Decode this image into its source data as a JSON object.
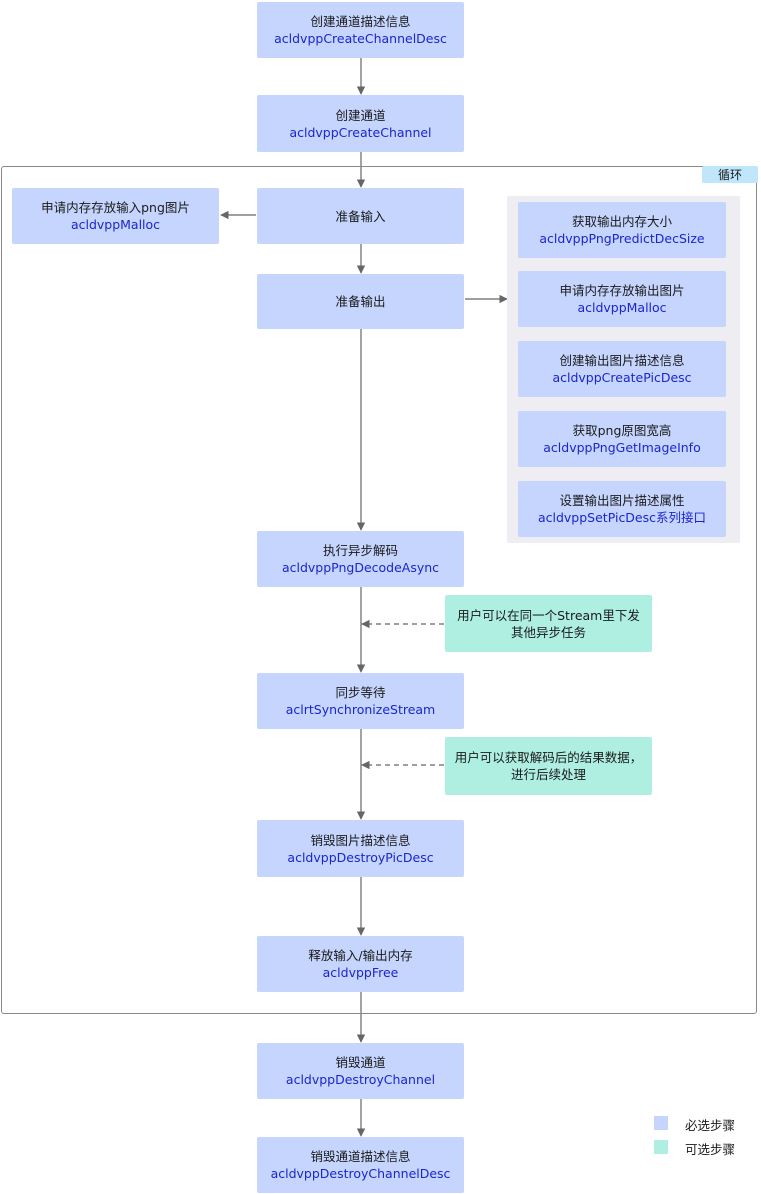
{
  "loop_label": "循环",
  "steps": {
    "create_channel_desc": {
      "title": "创建通道描述信息",
      "api": "acldvppCreateChannelDesc"
    },
    "create_channel": {
      "title": "创建通道",
      "api": "acldvppCreateChannel"
    },
    "prepare_input": {
      "title": "准备输入",
      "api": ""
    },
    "malloc_input": {
      "title": "申请内存存放输入png图片",
      "api": "acldvppMalloc"
    },
    "prepare_output": {
      "title": "准备输出",
      "api": ""
    },
    "predict_size": {
      "title": "获取输出内存大小",
      "api": "acldvppPngPredictDecSize"
    },
    "malloc_output": {
      "title": "申请内存存放输出图片",
      "api": "acldvppMalloc"
    },
    "create_pic_desc": {
      "title": "创建输出图片描述信息",
      "api": "acldvppCreatePicDesc"
    },
    "get_image_info": {
      "title": "获取png原图宽高",
      "api": "acldvppPngGetImageInfo"
    },
    "set_pic_desc": {
      "title": "设置输出图片描述属性",
      "api": "acldvppSetPicDesc系列接口"
    },
    "decode_async": {
      "title": "执行异步解码",
      "api": "acldvppPngDecodeAsync"
    },
    "sync_stream": {
      "title": "同步等待",
      "api": "aclrtSynchronizeStream"
    },
    "destroy_pic_desc": {
      "title": "销毁图片描述信息",
      "api": "acldvppDestroyPicDesc"
    },
    "free_memory": {
      "title": "释放输入/输出内存",
      "api": "acldvppFree"
    },
    "destroy_channel": {
      "title": "销毁通道",
      "api": "acldvppDestroyChannel"
    },
    "destroy_channel_desc": {
      "title": "销毁通道描述信息",
      "api": "acldvppDestroyChannelDesc"
    }
  },
  "notes": {
    "other_tasks": {
      "line1": "用户可以在同一个Stream里下发",
      "line2": "其他异步任务"
    },
    "get_result": {
      "line1": "用户可以获取解码后的结果数据，",
      "line2": "进行后续处理"
    }
  },
  "legend": {
    "required": "必选步骤",
    "optional": "可选步骤"
  },
  "colors": {
    "required": "#c5d5fd",
    "optional": "#aeefe2",
    "api_text": "#1c25cf",
    "loop_tag": "#bfe6fb",
    "panel": "#eeeef2",
    "connector": "#666666"
  }
}
